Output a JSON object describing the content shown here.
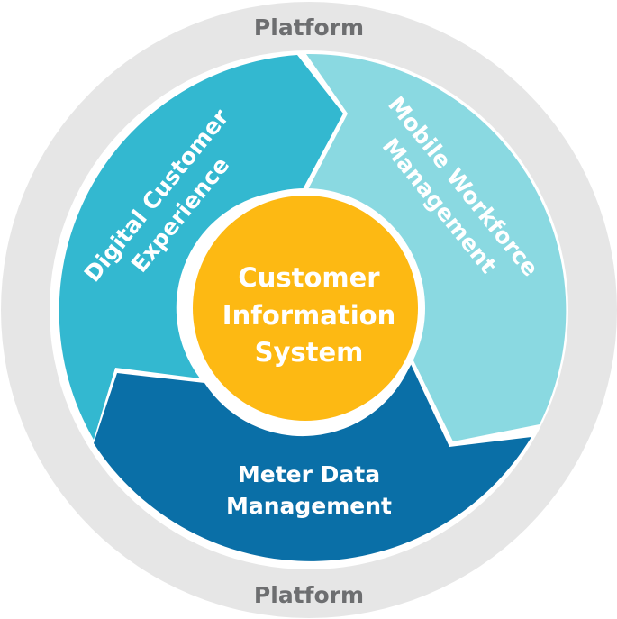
{
  "platform": {
    "top_label": "Platform",
    "bottom_label": "Platform",
    "color": "#e6e6e6",
    "text_color": "#6d6e70"
  },
  "segments": {
    "digital": {
      "line1": "Digital Customer",
      "line2": "Experience",
      "color": "#33b8d0"
    },
    "mobile": {
      "line1": "Mobile Workforce",
      "line2": "Management",
      "color": "#8ad9e1"
    },
    "meter": {
      "line1": "Meter Data",
      "line2": "Management",
      "color": "#0a6fa7"
    }
  },
  "core": {
    "line1": "Customer",
    "line2": "Information",
    "line3": "System",
    "color": "#fdb913"
  }
}
